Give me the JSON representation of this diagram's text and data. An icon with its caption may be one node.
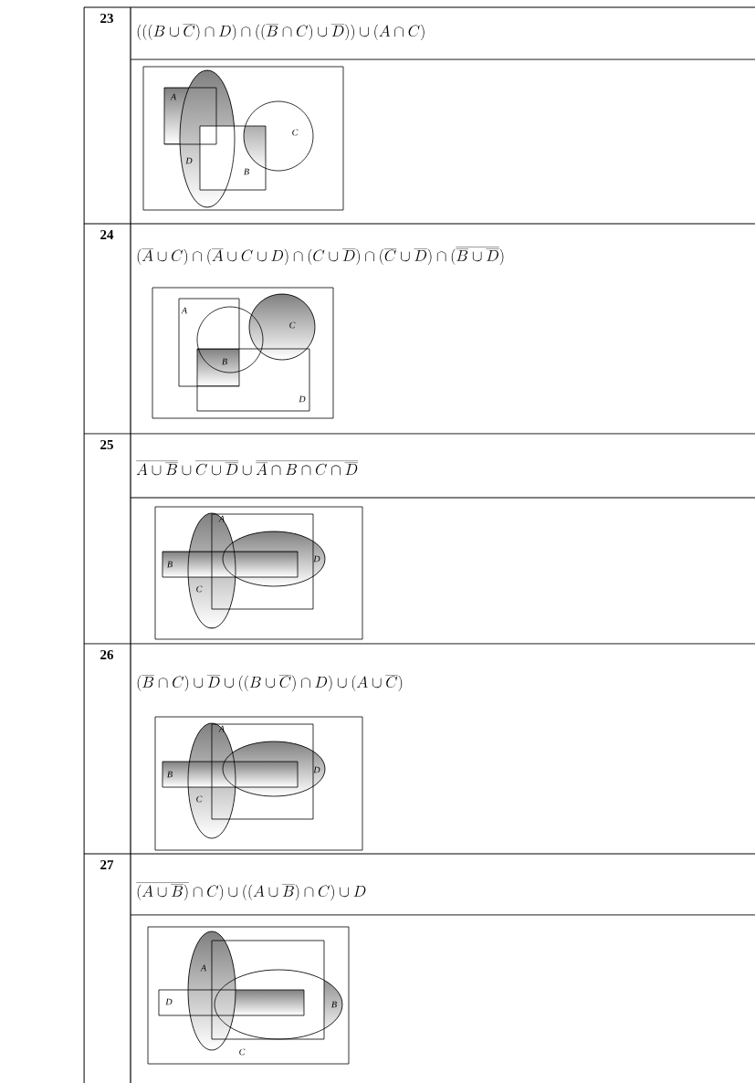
{
  "diagram": {
    "labels": [
      "23",
      "(((B\\cup\\overline{C})\\cap D)\\cap((\\overline{B}\\cap C)\\cup\\overline{D}))\\cup(A\\cap C)",
      "A",
      "C",
      "D",
      "B",
      "24",
      "(\\overline{A}\\cup C)\\cap(\\overline{A}\\cup C\\cup D)\\cap(C\\cup\\overline{D})\\cap(\\overline{C}\\cup\\overline{D})\\cap(\\overline{\\overline{B}\\cup\\overline{D}})",
      "A",
      "C",
      "B",
      "D",
      "25",
      "\\overline{A\\cup\\overline{B}}\\cup\\overline{C\\cup\\overline{D}}\\cup\\overline{\\overline{A}\\cap B\\cap C\\cap\\overline{D}}",
      "A",
      "D",
      "B",
      "C",
      "26",
      "(\\overline{B}\\cap C)\\cup\\overline{D}\\cup((B\\cup\\overline{C})\\cap D)\\cup(A\\cup\\overline{C})",
      "A",
      "D",
      "B",
      "C",
      "27",
      "\\overline{(A\\cup\\overline{B})}\\cap C)\\cup((A\\cup\\overline{B})\\cap C)\\cup D",
      "A",
      "D",
      "B",
      "C"
    ]
  }
}
